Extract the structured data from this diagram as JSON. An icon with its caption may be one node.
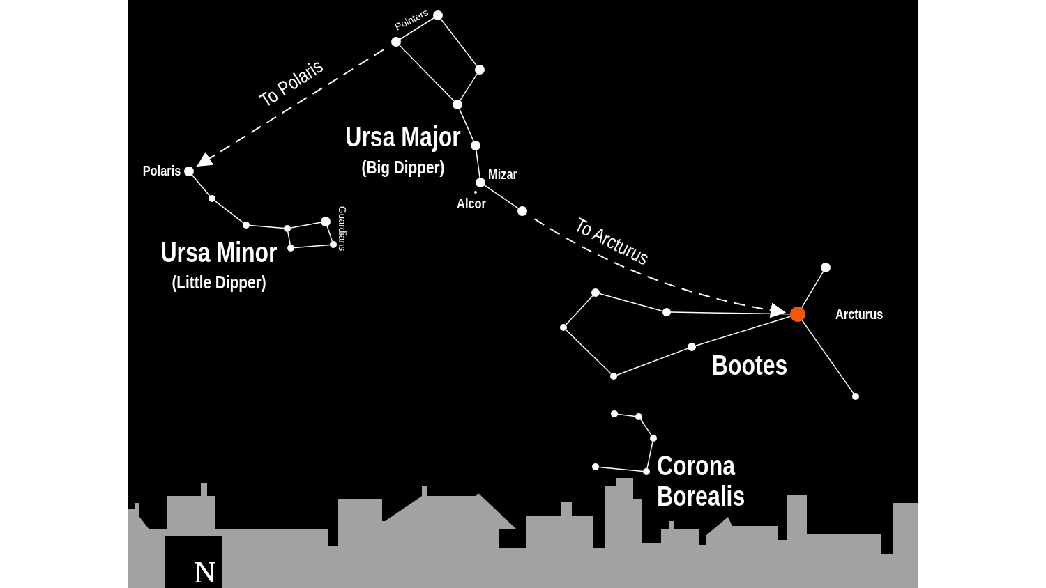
{
  "diagram": {
    "nodes": [
      {
        "text": [],
        "shape": "circle"
      },
      {
        "text": [],
        "shape": "circle"
      },
      {
        "text": [],
        "shape": "circle"
      },
      {
        "text": [],
        "shape": "circle"
      },
      {
        "text": [],
        "shape": "circle"
      },
      {
        "text": [],
        "shape": "circle",
        "beside": [
          "Mizar"
        ]
      },
      {
        "text": [],
        "shape": "circle",
        "beside": [
          "Alcor"
        ]
      },
      {
        "text": [],
        "shape": "circle"
      },
      {
        "text": [],
        "shape": "circle",
        "beside": [
          "Polaris"
        ]
      },
      {
        "text": [],
        "shape": "circle"
      },
      {
        "text": [],
        "shape": "circle"
      },
      {
        "text": [],
        "shape": "circle"
      },
      {
        "text": [],
        "shape": "circle"
      },
      {
        "text": [],
        "shape": "circle"
      },
      {
        "text": [],
        "shape": "circle"
      },
      {
        "text": [],
        "shape": "circle"
      },
      {
        "text": [],
        "shape": "circle",
        "beside": [
          "Arcturus"
        ]
      },
      {
        "text": [],
        "shape": "circle"
      },
      {
        "text": [],
        "shape": "circle"
      },
      {
        "text": [],
        "shape": "circle"
      },
      {
        "text": [],
        "shape": "circle"
      },
      {
        "text": [],
        "shape": "circle"
      },
      {
        "text": [],
        "shape": "circle"
      },
      {
        "text": [],
        "shape": "circle"
      },
      {
        "text": [],
        "shape": "circle"
      },
      {
        "text": [],
        "shape": "circle"
      },
      {
        "text": [],
        "shape": "circle"
      },
      {
        "text": [],
        "shape": "circle"
      }
    ],
    "edges": [
      {
        "from": 0,
        "to": 1,
        "arrow": "none"
      },
      {
        "from": 1,
        "to": 2,
        "arrow": "none"
      },
      {
        "from": 2,
        "to": 3,
        "arrow": "none"
      },
      {
        "from": 3,
        "to": 0,
        "arrow": "none"
      },
      {
        "from": 3,
        "to": 4,
        "arrow": "none"
      },
      {
        "from": 4,
        "to": 5,
        "arrow": "none"
      },
      {
        "from": 5,
        "to": 7,
        "arrow": "none"
      },
      {
        "from": 0,
        "to": 8,
        "arrow": "to",
        "label": "To Polaris",
        "style": "dashed"
      },
      {
        "from": 7,
        "to": 16,
        "arrow": "to",
        "label": "To Arcturus",
        "style": "dashed"
      },
      {
        "from": 8,
        "to": 9,
        "arrow": "none"
      },
      {
        "from": 9,
        "to": 10,
        "arrow": "none"
      },
      {
        "from": 10,
        "to": 11,
        "arrow": "none"
      },
      {
        "from": 11,
        "to": 12,
        "arrow": "none"
      },
      {
        "from": 12,
        "to": 13,
        "arrow": "none"
      },
      {
        "from": 13,
        "to": 14,
        "arrow": "none"
      },
      {
        "from": 14,
        "to": 11,
        "arrow": "none"
      },
      {
        "from": 16,
        "to": 15,
        "arrow": "none"
      },
      {
        "from": 16,
        "to": 17,
        "arrow": "none"
      },
      {
        "from": 16,
        "to": 18,
        "arrow": "none"
      },
      {
        "from": 18,
        "to": 19,
        "arrow": "none"
      },
      {
        "from": 19,
        "to": 20,
        "arrow": "none"
      },
      {
        "from": 20,
        "to": 21,
        "arrow": "none"
      },
      {
        "from": 21,
        "to": 22,
        "arrow": "none"
      },
      {
        "from": 22,
        "to": 16,
        "arrow": "none"
      },
      {
        "from": 23,
        "to": 24,
        "arrow": "none"
      },
      {
        "from": 24,
        "to": 25,
        "arrow": "none"
      },
      {
        "from": 25,
        "to": 26,
        "arrow": "none"
      },
      {
        "from": 26,
        "to": 27,
        "arrow": "none"
      }
    ],
    "labels": [
      "Pointers",
      "Ursa Major",
      "(Big Dipper)",
      "Guardians",
      "Ursa Minor",
      "(Little Dipper)",
      "Bootes",
      "Corona Borealis",
      "N"
    ]
  }
}
